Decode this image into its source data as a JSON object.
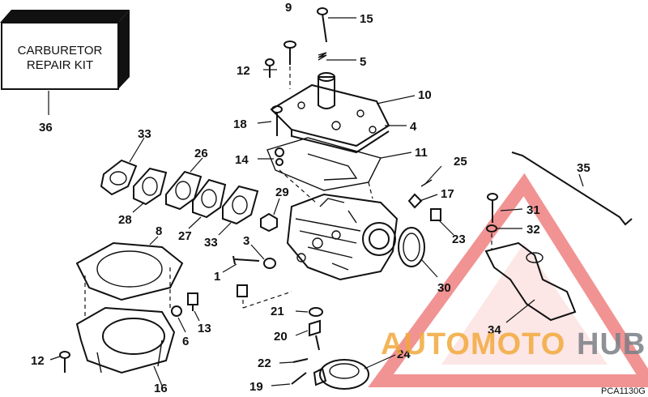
{
  "kit": {
    "line1": "CARBURETOR",
    "line2": "REPAIR KIT",
    "number": "36"
  },
  "callouts": {
    "c1": "1",
    "c3": "3",
    "c4": "4",
    "c5": "5",
    "c6": "6",
    "c8": "8",
    "c9": "9",
    "c10": "10",
    "c11": "11",
    "c12a": "12",
    "c12b": "12",
    "c13": "13",
    "c14": "14",
    "c15": "15",
    "c16": "16",
    "c17": "17",
    "c18": "18",
    "c19": "19",
    "c20": "20",
    "c21": "21",
    "c22": "22",
    "c23": "23",
    "c24": "24",
    "c25": "25",
    "c26": "26",
    "c27": "27",
    "c28": "28",
    "c29": "29",
    "c30": "30",
    "c31": "31",
    "c32": "32",
    "c33a": "33",
    "c33b": "33",
    "c34": "34",
    "c35": "35"
  },
  "watermark": {
    "part1": "AUTOMOTO",
    "part2": "HUB",
    "color_primary": "#f2a93b",
    "color_secondary": "#7a7f86",
    "triangle_color": "#e63b3b"
  },
  "figure_code": "PCA1130G"
}
